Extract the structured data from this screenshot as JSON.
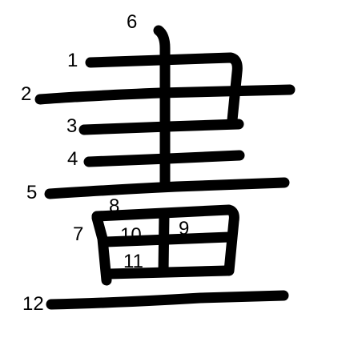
{
  "character": "畫",
  "stroke_color": "#000000",
  "label_color": "#000000",
  "background_color": "#ffffff",
  "stroke_order_labels": [
    "1",
    "2",
    "3",
    "4",
    "5",
    "6",
    "7",
    "8",
    "9",
    "10",
    "11",
    "12"
  ]
}
